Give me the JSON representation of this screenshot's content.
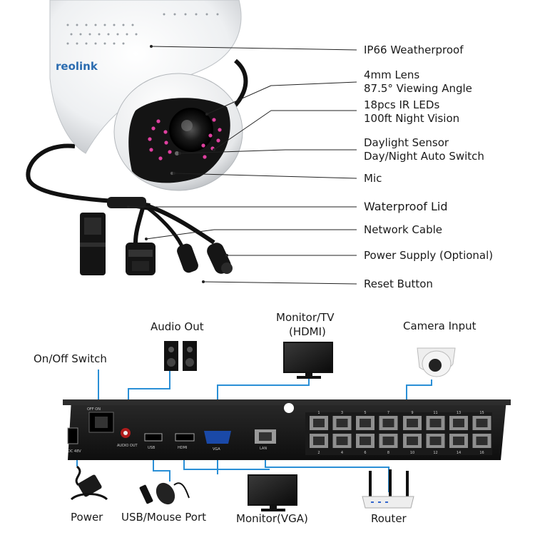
{
  "camera": {
    "brand": "reolink",
    "callouts": [
      {
        "id": "weatherproof",
        "line1": "IP66 Weatherproof",
        "line2": ""
      },
      {
        "id": "lens",
        "line1": "4mm Lens",
        "line2": "87.5° Viewing Angle"
      },
      {
        "id": "ir",
        "line1": "18pcs IR LEDs",
        "line2": "100ft Night Vision"
      },
      {
        "id": "sensor",
        "line1": "Daylight Sensor",
        "line2": "Day/Night Auto Switch"
      },
      {
        "id": "mic",
        "line1": "Mic",
        "line2": ""
      },
      {
        "id": "lid",
        "line1": "Waterproof Lid",
        "line2": ""
      },
      {
        "id": "cable",
        "line1": "Network Cable",
        "line2": ""
      },
      {
        "id": "power",
        "line1": "Power Supply (Optional)",
        "line2": ""
      },
      {
        "id": "reset",
        "line1": "Reset Button",
        "line2": ""
      }
    ]
  },
  "nvr": {
    "labels": {
      "audio_out": "Audio Out",
      "monitor_tv": "Monitor/TV",
      "hdmi": "(HDMI)",
      "camera_input": "Camera Input",
      "on_off": "On/Off Switch",
      "power": "Power",
      "usb_mouse": "USB/Mouse Port",
      "monitor_vga": "Monitor(VGA)",
      "router": "Router"
    },
    "port_labels": {
      "dc": "DC 48V",
      "switch": "OFF ON",
      "audio": "AUDIO OUT",
      "usb": "USB",
      "hdmi": "HDMI",
      "vga": "VGA",
      "lan": "LAN"
    },
    "poe_top_numbers": [
      "1",
      "3",
      "5",
      "7",
      "9",
      "11",
      "13",
      "15"
    ],
    "poe_bottom_numbers": [
      "2",
      "4",
      "6",
      "8",
      "10",
      "12",
      "14",
      "16"
    ]
  }
}
